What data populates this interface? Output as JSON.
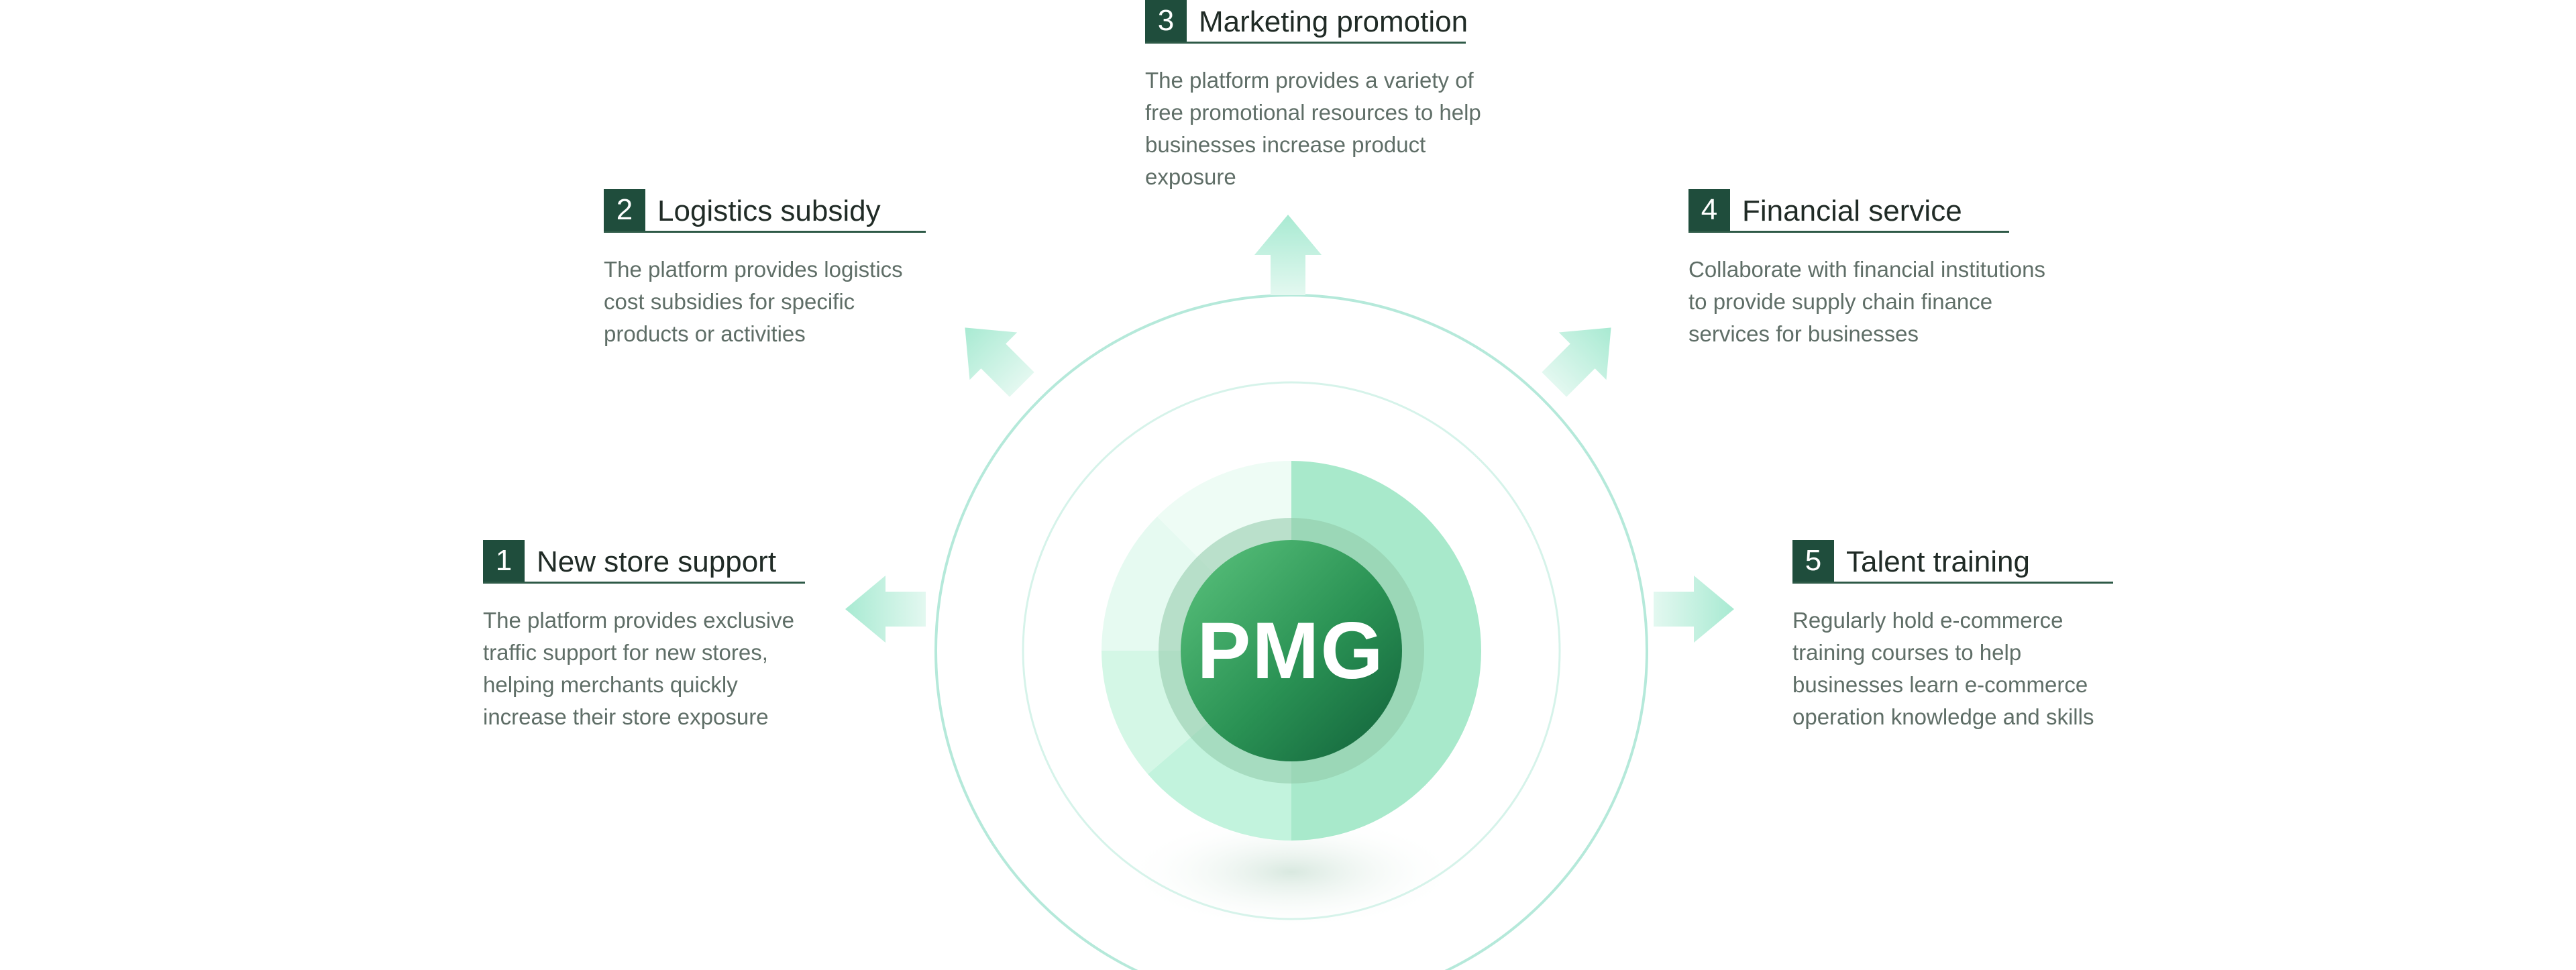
{
  "center": {
    "label": "PMG"
  },
  "features": [
    {
      "num": "1",
      "title": "New store support",
      "desc": "The platform provides exclusive traffic support for new stores, helping merchants quickly increase their store exposure"
    },
    {
      "num": "2",
      "title": "Logistics subsidy",
      "desc": "The platform provides logistics cost subsidies for specific products or activities"
    },
    {
      "num": "3",
      "title": "Marketing promotion",
      "desc": "The platform provides a variety of free promotional resources to help businesses increase product exposure"
    },
    {
      "num": "4",
      "title": "Financial service",
      "desc": "Collaborate with financial institutions to provide supply chain finance services for businesses"
    },
    {
      "num": "5",
      "title": "Talent training",
      "desc": "Regularly hold e-commerce training courses to help businesses learn e-commerce operation knowledge and skills"
    }
  ],
  "colors": {
    "badge": "#1f4d3c",
    "ring": "#b5e9da",
    "disc_light": "#c3f2dd",
    "disc_mid": "#a7e9cc",
    "core_start": "#4fbb73",
    "core_end": "#16673f"
  }
}
